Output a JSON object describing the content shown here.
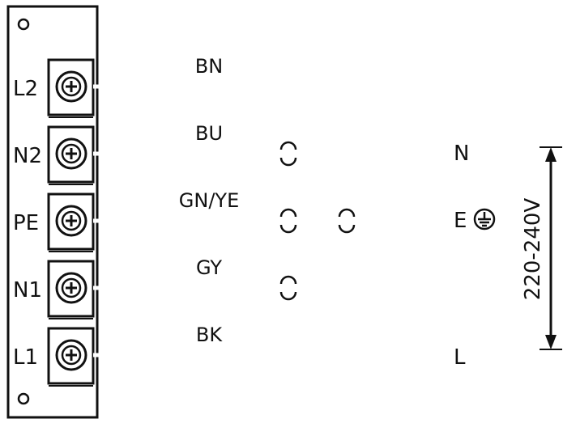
{
  "terminals": [
    {
      "label": "L2",
      "wire_color": "BN"
    },
    {
      "label": "N2",
      "wire_color": "BU"
    },
    {
      "label": "PE",
      "wire_color": "GN/YE"
    },
    {
      "label": "N1",
      "wire_color": "GY"
    },
    {
      "label": "L1",
      "wire_color": "BK"
    }
  ],
  "supply": {
    "neutral": "N",
    "earth": "E",
    "line": "L",
    "voltage": "220-240V"
  },
  "icons": {
    "screw": "screw-terminal-icon",
    "earth": "earth-ground-icon",
    "mount_hole": "mounting-hole-icon"
  },
  "colors": {
    "ink": "#111111",
    "background": "#ffffff"
  }
}
